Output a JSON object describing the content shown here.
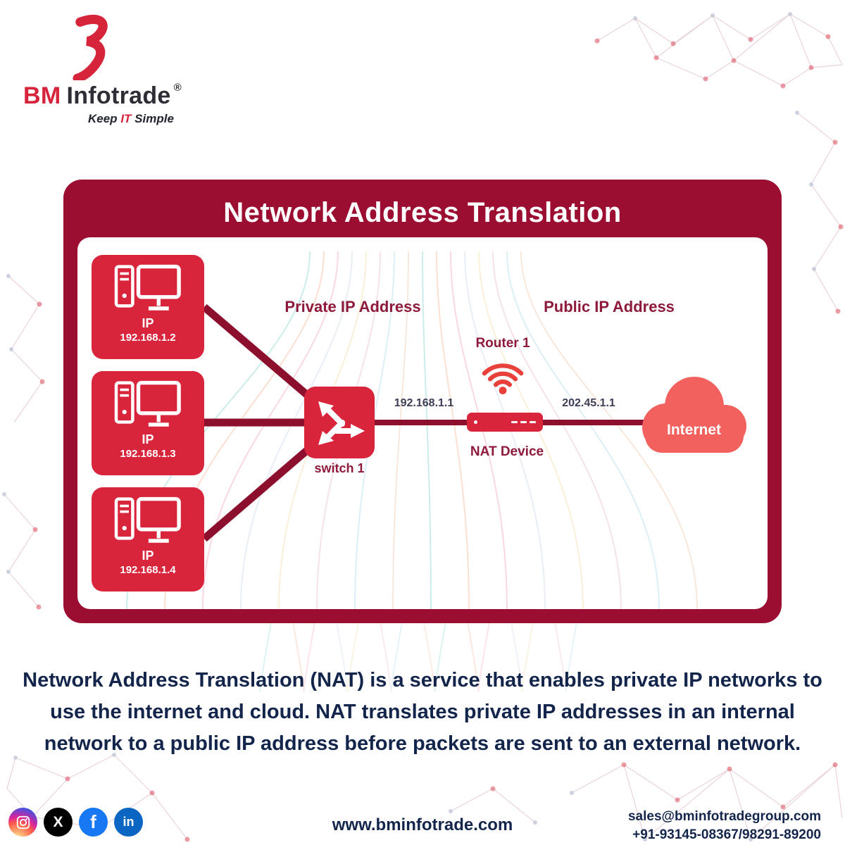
{
  "brand": {
    "bm": "BM",
    "infotrade": "Infotrade",
    "registered": "®",
    "tagline_keep": "Keep",
    "tagline_it": "IT",
    "tagline_simple": "Simple"
  },
  "diagram": {
    "title": "Network Address Translation",
    "private_label": "Private IP Address",
    "public_label": "Public IP Address",
    "computers": [
      {
        "label": "IP",
        "address": "192.168.1.2"
      },
      {
        "label": "IP",
        "address": "192.168.1.3"
      },
      {
        "label": "IP",
        "address": "192.168.1.4"
      }
    ],
    "switch_label": "switch 1",
    "router_label": "Router 1",
    "nat_label": "NAT Device",
    "private_link_ip": "192.168.1.1",
    "public_link_ip": "202.45.1.1",
    "internet_label": "Internet"
  },
  "description": {
    "line1": "Network Address Translation (NAT) is a service that enables private IP networks to",
    "line2": "use the internet and cloud. NAT translates private IP addresses in an internal",
    "line3": "network to a public IP address before packets are sent to an external network."
  },
  "footer": {
    "website": "www.bminfotrade.com",
    "email": "sales@bminfotradegroup.com",
    "phone": "+91-93145-08367/98291-89200",
    "social": {
      "x_glyph": "X",
      "facebook_glyph": "f",
      "linkedin_glyph": "in"
    }
  },
  "colors": {
    "card_maroon": "#9C0D32",
    "node_red": "#D8253C",
    "line_maroon": "#8C0F2E",
    "cloud_coral": "#F2615E",
    "text_navy": "#14254C",
    "brand_red": "#D6243B"
  }
}
